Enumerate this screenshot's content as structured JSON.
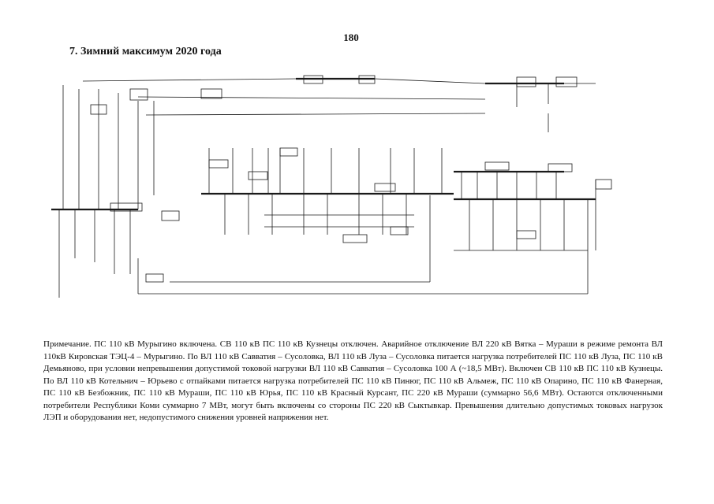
{
  "page": {
    "number": "180"
  },
  "section": {
    "title": "7. Зимний максимум 2020 года"
  },
  "diagram": {
    "line_color": "#1a1a1a",
    "background": "#ffffff"
  },
  "note": {
    "text": "Примечание. ПС 110 кВ Мурыгино включена. СВ 110 кВ ПС 110 кВ Кузнецы отключен. Аварийное отключение ВЛ 220 кВ Вятка – Мураши в режиме ремонта ВЛ 110кВ Кировская ТЭЦ-4 – Мурыгино. По ВЛ 110 кВ Савватия – Сусоловка, ВЛ 110 кВ Луза – Сусоловка питается нагрузка потребителей ПС 110 кВ Луза, ПС 110 кВ Демьяново, при условии непревышения допустимой токовой нагрузки ВЛ 110 кВ Савватия – Сусоловка 100 А (~18,5 МВт). Включен СВ 110 кВ ПС 110 кВ Кузнецы. По ВЛ 110 кВ Котельнич – Юрьево с отпайками питается нагрузка потребителей ПС 110 кВ Пинюг, ПС 110 кВ Альмеж, ПС 110 кВ Опарино, ПС 110 кВ Фанерная, ПС 110 кВ Безбожник, ПС 110 кВ Мураши, ПС 110 кВ Юрья, ПС 110 кВ Красный Курсант, ПС 220 кВ Мураши (суммарно 56,6 МВт). Остаются отключенными потребители Республики Коми суммарно 7 МВт, могут быть включены со стороны ПС 220 кВ Сыктывкар. Превышения длительно допустимых токовых нагрузок ЛЭП и оборудования нет, недопустимого снижения уровней напряжения нет."
  }
}
